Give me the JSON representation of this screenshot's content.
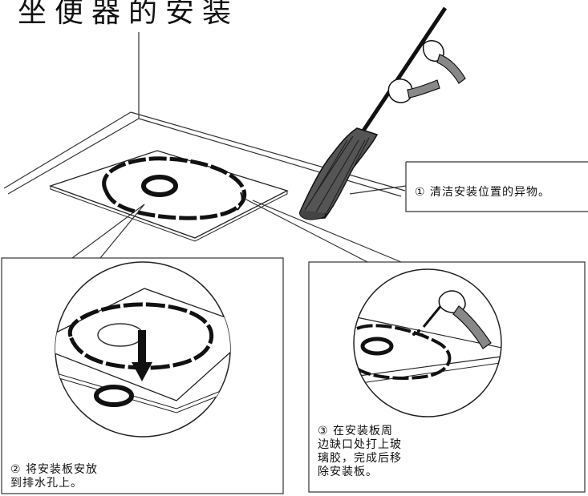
{
  "title": "坐便器的安装",
  "steps": [
    {
      "number": "①",
      "lines": [
        "清洁安装位置的异物。"
      ]
    },
    {
      "number": "②",
      "lines": [
        "将安装板安放",
        "到排水孔上。"
      ]
    },
    {
      "number": "③",
      "lines": [
        "在安装板周",
        "边缺口处打上玻",
        "璃胶，完成后移",
        "除安装板。"
      ]
    }
  ]
}
